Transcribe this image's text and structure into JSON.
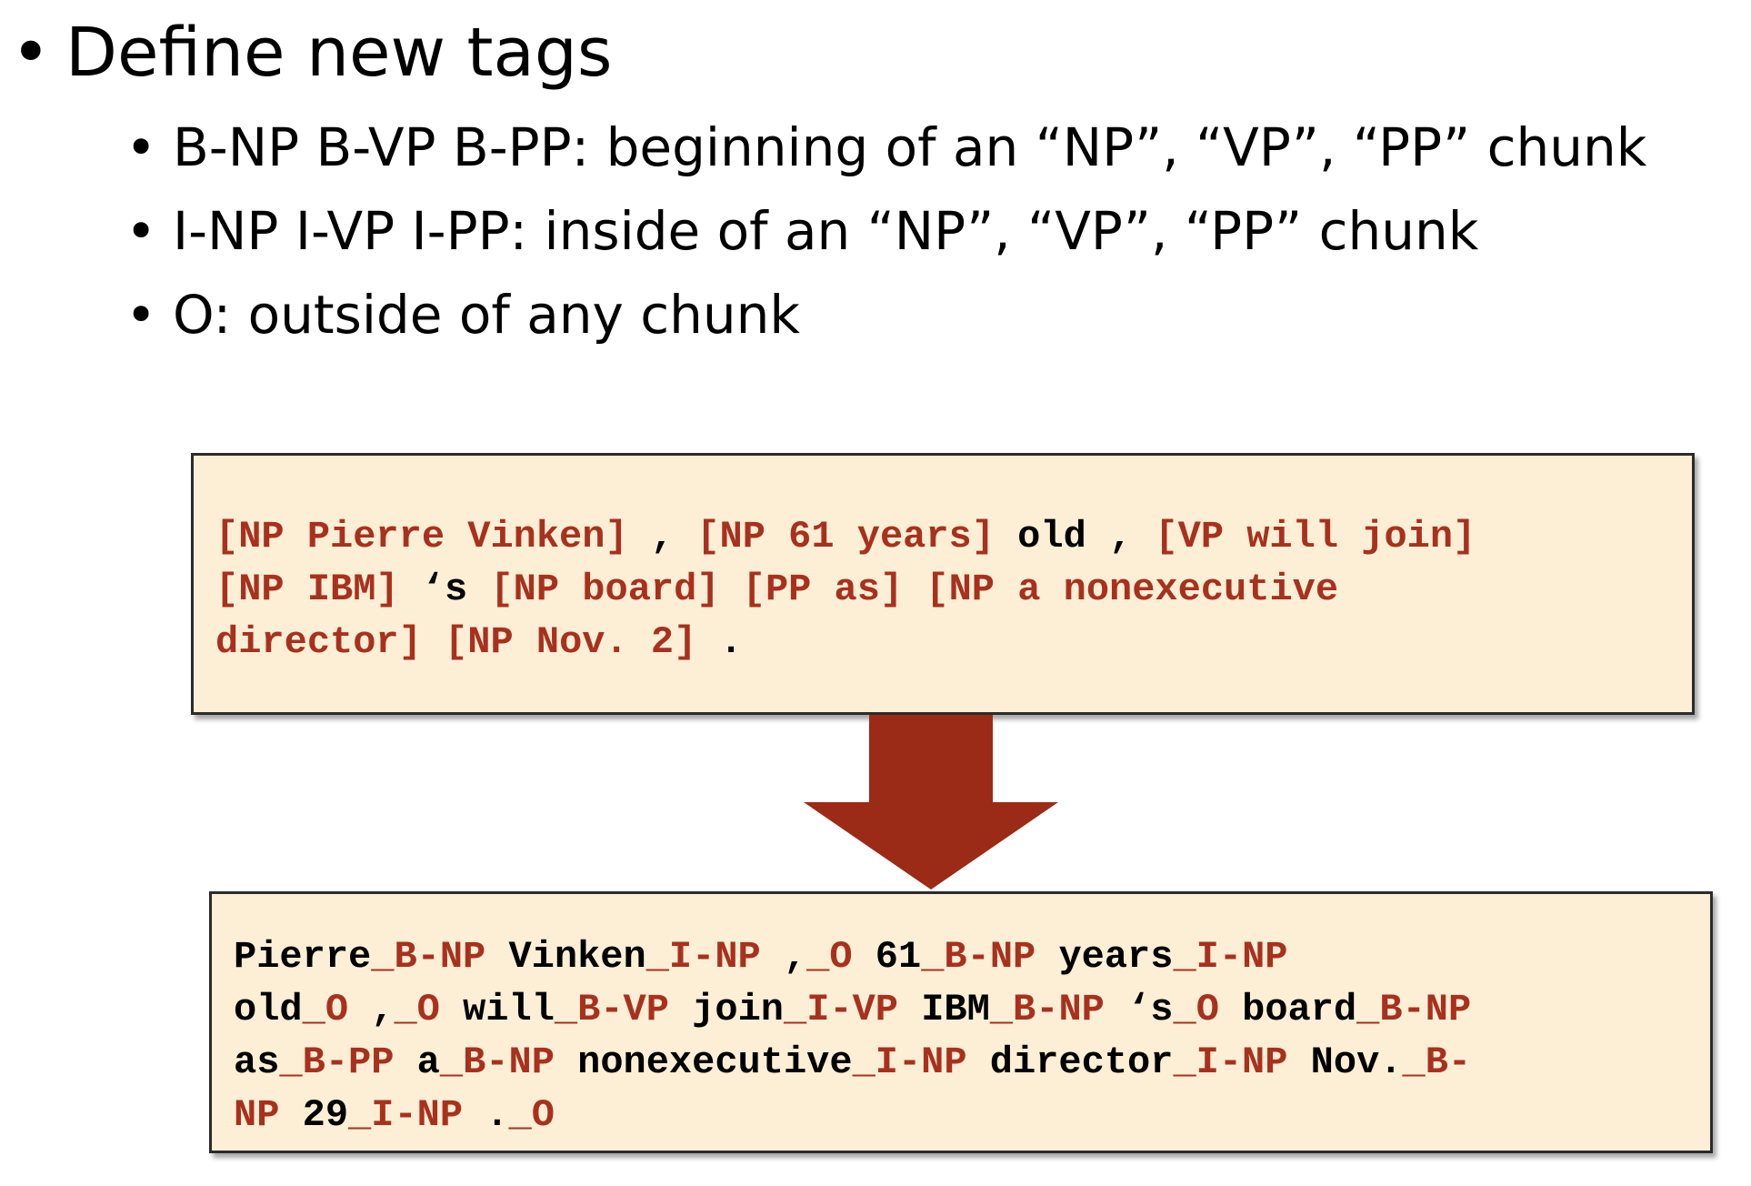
{
  "bullets": {
    "main": "Define new tags",
    "sub": [
      "B-NP B-VP B-PP: beginning of an “NP”, “VP”, “PP” chunk",
      "I-NP I-VP I-PP: inside of an “NP”, “VP”, “PP” chunk",
      "O: outside of any chunk"
    ]
  },
  "bracketed_example": [
    [
      {
        "t": "[NP Pierre Vinken]",
        "c": "red"
      },
      {
        "t": " , ",
        "c": "black"
      },
      {
        "t": "[NP 61 years]",
        "c": "red"
      },
      {
        "t": " old , ",
        "c": "black"
      },
      {
        "t": "[VP will join]",
        "c": "red"
      }
    ],
    [
      {
        "t": "[NP IBM]",
        "c": "red"
      },
      {
        "t": " ‘s ",
        "c": "black"
      },
      {
        "t": "[NP board]",
        "c": "red"
      },
      {
        "t": " ",
        "c": "black"
      },
      {
        "t": "[PP as]",
        "c": "red"
      },
      {
        "t": " ",
        "c": "black"
      },
      {
        "t": "[NP a nonexecutive",
        "c": "red"
      }
    ],
    [
      {
        "t": "director]",
        "c": "red"
      },
      {
        "t": " ",
        "c": "black"
      },
      {
        "t": "[NP Nov. 2]",
        "c": "red"
      },
      {
        "t": " .",
        "c": "black"
      }
    ]
  ],
  "tagged_example": [
    [
      {
        "t": "Pierre",
        "c": "black"
      },
      {
        "t": "_B-NP",
        "c": "red"
      },
      {
        "t": " Vinken",
        "c": "black"
      },
      {
        "t": "_I-NP",
        "c": "red"
      },
      {
        "t": " ,",
        "c": "black"
      },
      {
        "t": "_O",
        "c": "red"
      },
      {
        "t": " 61",
        "c": "black"
      },
      {
        "t": "_B-NP",
        "c": "red"
      },
      {
        "t": " years",
        "c": "black"
      },
      {
        "t": "_I-NP",
        "c": "red"
      }
    ],
    [
      {
        "t": "old",
        "c": "black"
      },
      {
        "t": "_O",
        "c": "red"
      },
      {
        "t": " ,",
        "c": "black"
      },
      {
        "t": "_O",
        "c": "red"
      },
      {
        "t": " will",
        "c": "black"
      },
      {
        "t": "_B-VP",
        "c": "red"
      },
      {
        "t": " join",
        "c": "black"
      },
      {
        "t": "_I-VP",
        "c": "red"
      },
      {
        "t": " IBM",
        "c": "black"
      },
      {
        "t": "_B-NP",
        "c": "red"
      },
      {
        "t": " ‘s",
        "c": "black"
      },
      {
        "t": "_O",
        "c": "red"
      },
      {
        "t": " board",
        "c": "black"
      },
      {
        "t": "_B-NP",
        "c": "red"
      }
    ],
    [
      {
        "t": "as",
        "c": "black"
      },
      {
        "t": "_B-PP",
        "c": "red"
      },
      {
        "t": " a",
        "c": "black"
      },
      {
        "t": "_B-NP",
        "c": "red"
      },
      {
        "t": " nonexecutive",
        "c": "black"
      },
      {
        "t": "_I-NP",
        "c": "red"
      },
      {
        "t": " director",
        "c": "black"
      },
      {
        "t": "_I-NP",
        "c": "red"
      },
      {
        "t": " Nov.",
        "c": "black"
      },
      {
        "t": "_B-",
        "c": "red"
      }
    ],
    [
      {
        "t": "NP",
        "c": "red"
      },
      {
        "t": " 29",
        "c": "black"
      },
      {
        "t": "_I-NP",
        "c": "red"
      },
      {
        "t": " .",
        "c": "black"
      },
      {
        "t": "_O",
        "c": "red"
      }
    ]
  ],
  "colors": {
    "box_fill": "#fcefd6",
    "tag_red": "#a8311e",
    "arrow_fill": "#9b2a17"
  },
  "icons": {
    "arrow": "down-arrow-icon"
  }
}
